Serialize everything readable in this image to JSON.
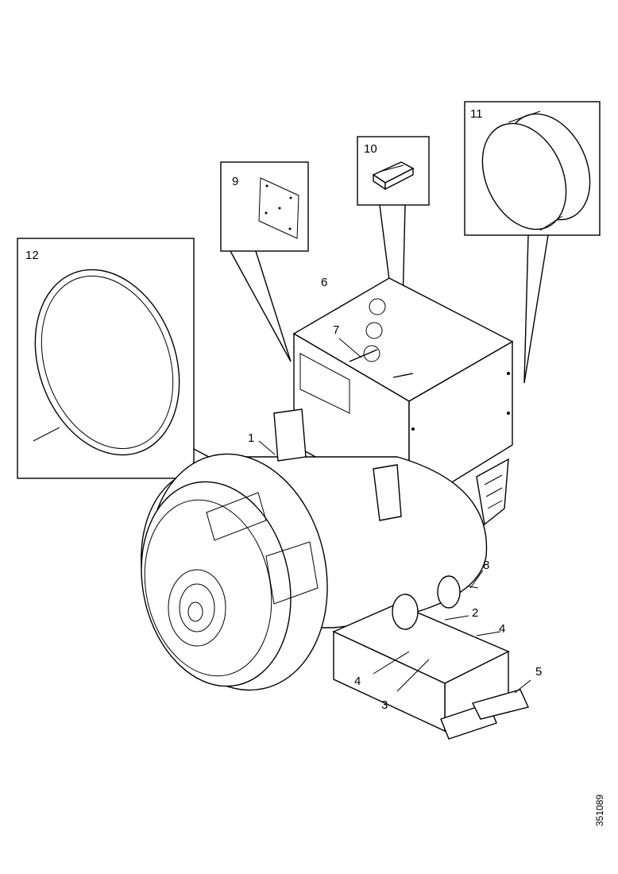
{
  "callouts": {
    "c1": "1",
    "c2": "2",
    "c3": "3",
    "c4a": "4",
    "c4b": "4",
    "c5": "5",
    "c6": "6",
    "c7": "7",
    "c8": "8",
    "c9": "9",
    "c10": "10",
    "c11": "11",
    "c12": "12"
  },
  "drawing_number": "351089"
}
